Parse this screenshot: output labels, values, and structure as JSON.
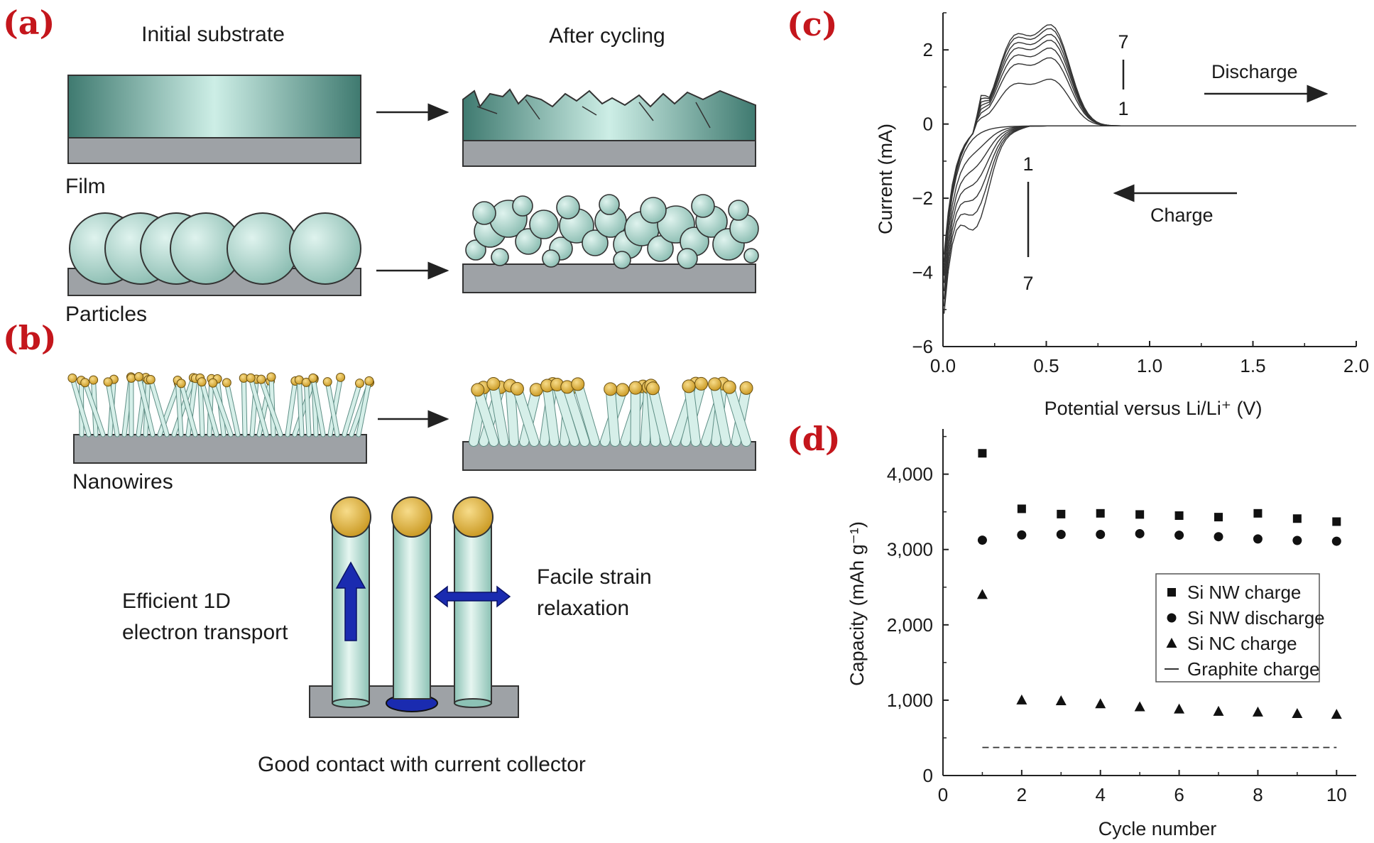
{
  "panels": {
    "a": {
      "label": "(a)",
      "initial_substrate": "Initial substrate",
      "after_cycling": "After cycling",
      "film": "Film",
      "particles": "Particles"
    },
    "b": {
      "label": "(b)",
      "nanowires": "Nanowires",
      "efficient_line1": "Efficient 1D",
      "efficient_line2": "electron transport",
      "facile_line1": "Facile strain",
      "facile_line2": "relaxation",
      "good_contact": "Good contact with current collector"
    },
    "c": {
      "label": "(c)"
    },
    "d": {
      "label": "(d)"
    }
  },
  "colors": {
    "panel_label": "#c4161c",
    "substrate": "#9ea2a6",
    "film_dark": "#3f7a70",
    "film_light": "#cdeee6",
    "particle": "#b8ddd5",
    "wire": "#bfe3da",
    "gold": "#e0b43a",
    "arrow_blue": "#1a2bb0"
  },
  "chart_data": [
    {
      "panel": "(c)",
      "type": "line",
      "xlabel": "Potential versus Li/Li⁺ (V)",
      "ylabel": "Current (mA)",
      "xlim": [
        0,
        2.0
      ],
      "ylim": [
        -6,
        3
      ],
      "xticks": [
        "0.0",
        "0.5",
        "1.0",
        "1.5",
        "2.0"
      ],
      "yticks": [
        "2",
        "0",
        "−2",
        "−4",
        "−6"
      ],
      "annotations": {
        "discharge": "Discharge",
        "charge": "Charge",
        "upper_start": "1",
        "upper_end": "7",
        "lower_start": "1",
        "lower_end": "7"
      },
      "cycles": [
        1,
        2,
        3,
        4,
        5,
        6,
        7
      ],
      "discharge_peak_current_mA": [
        1.2,
        1.75,
        2.0,
        2.2,
        2.35,
        2.5,
        2.6
      ],
      "charge_min_current_mA": [
        -4.2,
        -4.4,
        -4.55,
        -4.65,
        -4.75,
        -4.82,
        -4.9
      ],
      "grid": false
    },
    {
      "panel": "(d)",
      "type": "scatter",
      "xlabel": "Cycle number",
      "ylabel": "Capacity (mAh g⁻¹)",
      "xlim": [
        0,
        10.5
      ],
      "ylim": [
        0,
        4600
      ],
      "xticks": [
        "0",
        "2",
        "4",
        "6",
        "8",
        "10"
      ],
      "yticks": [
        "0",
        "1,000",
        "2,000",
        "3,000",
        "4,000"
      ],
      "legend_position": "lower-right",
      "series": [
        {
          "name": "Si NW charge",
          "marker": "square",
          "x": [
            1,
            2,
            3,
            4,
            5,
            6,
            7,
            8,
            9,
            10
          ],
          "values": [
            4277,
            3540,
            3470,
            3480,
            3465,
            3450,
            3430,
            3480,
            3410,
            3370
          ]
        },
        {
          "name": "Si NW discharge",
          "marker": "circle",
          "x": [
            1,
            2,
            3,
            4,
            5,
            6,
            7,
            8,
            9,
            10
          ],
          "values": [
            3124,
            3193,
            3200,
            3200,
            3210,
            3190,
            3170,
            3140,
            3120,
            3110
          ]
        },
        {
          "name": "Si NC charge",
          "marker": "triangle",
          "x": [
            1,
            2,
            3,
            4,
            5,
            6,
            7,
            8,
            9,
            10
          ],
          "values": [
            2400,
            1000,
            990,
            950,
            910,
            880,
            850,
            840,
            820,
            810
          ]
        },
        {
          "name": "Graphite charge",
          "marker": "dash",
          "x": [
            1,
            10
          ],
          "values": [
            372,
            372
          ]
        }
      ],
      "grid": false
    }
  ]
}
